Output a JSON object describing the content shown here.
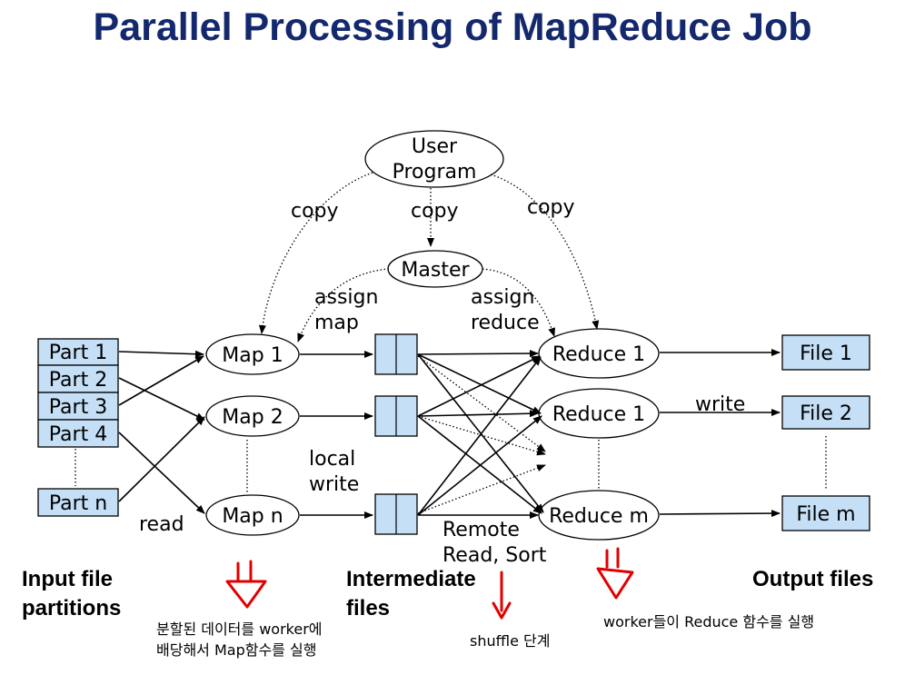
{
  "title": "Parallel Processing of MapReduce Job",
  "user_program": [
    "User",
    "Program"
  ],
  "copy_labels": [
    "copy",
    "copy",
    "copy"
  ],
  "master": "Master",
  "assign_map": [
    "assign",
    "map"
  ],
  "assign_reduce": [
    "assign",
    "reduce"
  ],
  "parts": [
    "Part 1",
    "Part 2",
    "Part 3",
    "Part 4",
    "Part n"
  ],
  "maps": [
    "Map 1",
    "Map 2",
    "Map n"
  ],
  "reduces": [
    "Reduce 1",
    "Reduce 1",
    "Reduce m"
  ],
  "files": [
    "File 1",
    "File 2",
    "File m"
  ],
  "read_label": "read",
  "local_write": [
    "local",
    "write"
  ],
  "write_label": "write",
  "remote_read": [
    "Remote",
    "Read, Sort"
  ],
  "section_labels": {
    "input": [
      "Input file",
      "partitions"
    ],
    "intermediate": [
      "Intermediate",
      "files"
    ],
    "output": "Output files"
  },
  "notes": {
    "map_note": [
      "분할된 데이터를 worker에",
      "배당해서 Map함수를 실행"
    ],
    "shuffle_note": "shuffle 단계",
    "reduce_note": "worker들이 Reduce 함수를 실행"
  },
  "colors": {
    "title": "#14286e",
    "box_fill": "#c5dff6",
    "annotation": "#e00000"
  }
}
